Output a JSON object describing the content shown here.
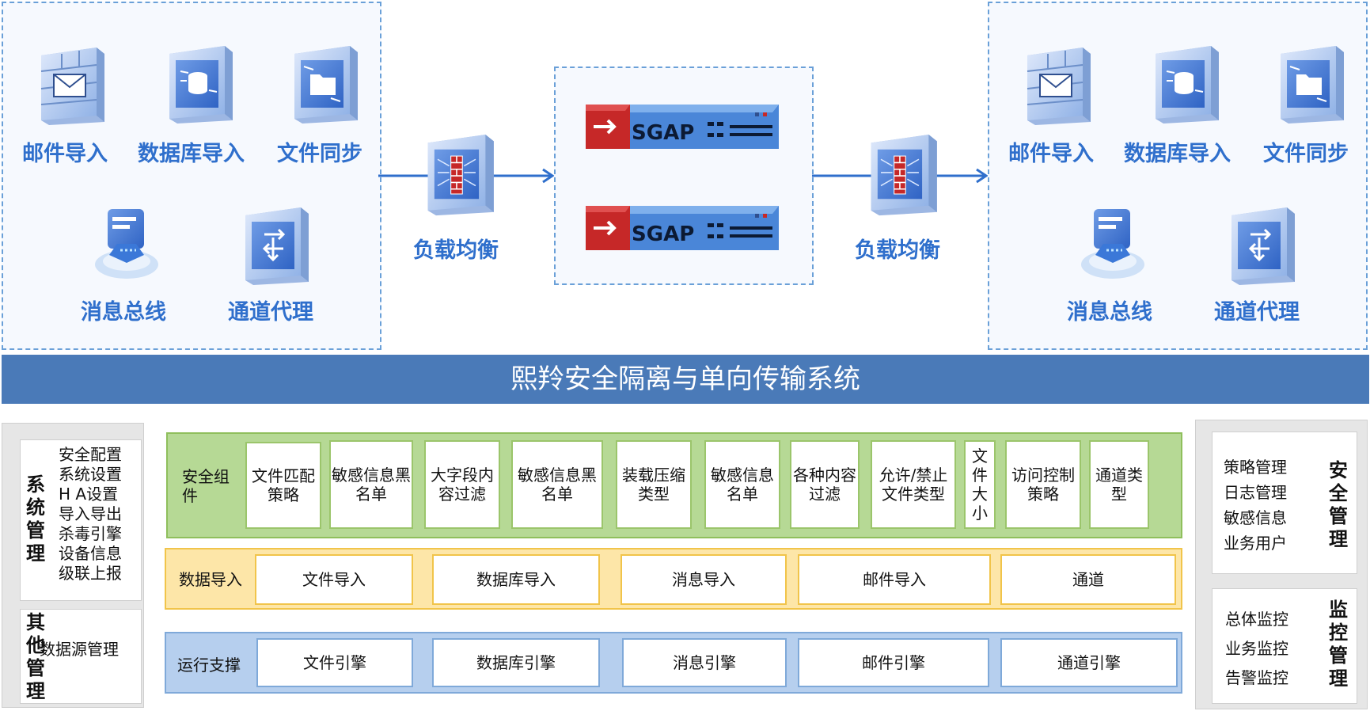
{
  "colors": {
    "accent": "#2f6fcc",
    "banner": "#4a7ab8",
    "security_row": "#9bc56b",
    "import_row": "#f1c44a",
    "runtime_row": "#7fa9d9",
    "device_red": "#c62828"
  },
  "left_group": {
    "items": [
      {
        "label": "邮件导入",
        "icon": "mail-wall-icon"
      },
      {
        "label": "数据库导入",
        "icon": "database-icon"
      },
      {
        "label": "文件同步",
        "icon": "folder-icon"
      },
      {
        "label": "消息总线",
        "icon": "message-bus-icon"
      },
      {
        "label": "通道代理",
        "icon": "channel-proxy-icon"
      }
    ]
  },
  "right_group": {
    "items": [
      {
        "label": "邮件导入",
        "icon": "mail-wall-icon"
      },
      {
        "label": "数据库导入",
        "icon": "database-icon"
      },
      {
        "label": "文件同步",
        "icon": "folder-icon"
      },
      {
        "label": "消息总线",
        "icon": "message-bus-icon"
      },
      {
        "label": "通道代理",
        "icon": "channel-proxy-icon"
      }
    ]
  },
  "load_balancer_left": {
    "label": "负载均衡",
    "icon": "firewall-icon"
  },
  "load_balancer_right": {
    "label": "负载均衡",
    "icon": "firewall-icon"
  },
  "devices": [
    {
      "brand": "SGAP"
    },
    {
      "brand": "SGAP"
    }
  ],
  "banner": {
    "title": "熙羚安全隔离与单向传输系统"
  },
  "system_mgmt": {
    "title": "系统管理",
    "items": [
      "安全配置",
      "系统设置",
      "H A设置",
      "导入导出",
      "杀毒引擎",
      "设备信息",
      "级联上报"
    ]
  },
  "other_mgmt": {
    "title": "其他管理",
    "items": [
      "数据源管理"
    ]
  },
  "security_row": {
    "label": "安全组件",
    "cells": [
      "文件匹配策略",
      "敏感信息黑名单",
      "大字段内容过滤",
      "敏感信息黑名单",
      "装载压缩类型",
      "敏感信息名单",
      "各种内容过滤",
      "允许/禁止文件类型",
      "文件大小",
      "访问控制策略",
      "通道类型"
    ]
  },
  "import_row": {
    "label": "数据导入",
    "cells": [
      "文件导入",
      "数据库导入",
      "消息导入",
      "邮件导入",
      "通道"
    ]
  },
  "runtime_row": {
    "label": "运行支撑",
    "cells": [
      "文件引擎",
      "数据库引擎",
      "消息引擎",
      "邮件引擎",
      "通道引擎"
    ]
  },
  "security_mgmt": {
    "title": "安全管理",
    "items": [
      "策略管理",
      "日志管理",
      "敏感信息",
      "业务用户"
    ]
  },
  "monitor_mgmt": {
    "title": "监控管理",
    "items": [
      "总体监控",
      "业务监控",
      "告警监控"
    ]
  }
}
